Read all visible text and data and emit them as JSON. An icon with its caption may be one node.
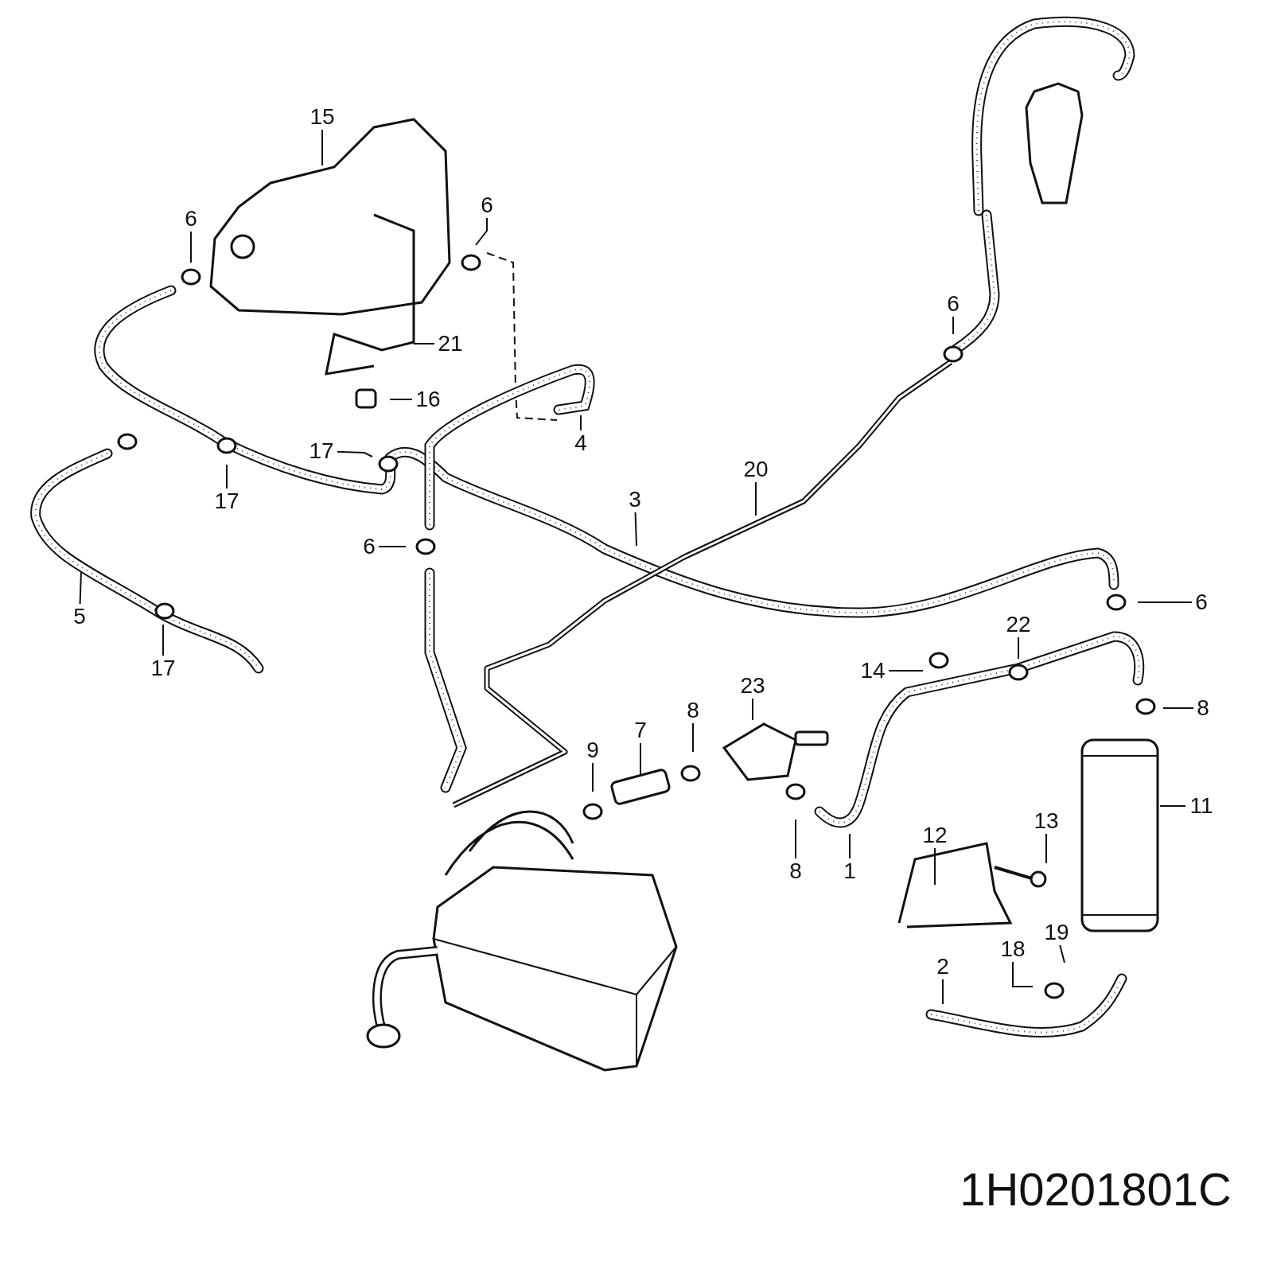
{
  "diagram": {
    "nodes": [
      {
        "text": [
          "15"
        ]
      },
      {
        "text": [
          "6"
        ]
      },
      {
        "text": [
          "6"
        ]
      },
      {
        "text": [
          "21"
        ]
      },
      {
        "text": [
          "16"
        ]
      },
      {
        "text": [
          "4"
        ]
      },
      {
        "text": [
          "17"
        ]
      },
      {
        "text": [
          "17"
        ]
      },
      {
        "text": [
          "6"
        ]
      },
      {
        "text": [
          "20"
        ]
      },
      {
        "text": [
          "3"
        ]
      },
      {
        "text": [
          "6"
        ]
      },
      {
        "text": [
          "5"
        ]
      },
      {
        "text": [
          "17"
        ]
      },
      {
        "text": [
          "6"
        ]
      },
      {
        "text": [
          "22"
        ]
      },
      {
        "text": [
          "14"
        ]
      },
      {
        "text": [
          "23"
        ]
      },
      {
        "text": [
          "8"
        ]
      },
      {
        "text": [
          "8"
        ]
      },
      {
        "text": [
          "7"
        ]
      },
      {
        "text": [
          "9"
        ]
      },
      {
        "text": [
          "11"
        ]
      },
      {
        "text": [
          "13"
        ]
      },
      {
        "text": [
          "12"
        ]
      },
      {
        "text": [
          "8"
        ]
      },
      {
        "text": [
          "1"
        ]
      },
      {
        "text": [
          "19"
        ]
      },
      {
        "text": [
          "18"
        ]
      },
      {
        "text": [
          "2"
        ]
      }
    ],
    "edges": [
      {
        "from": 0,
        "to": null,
        "arrow": "none"
      },
      {
        "from": 1,
        "to": null,
        "arrow": "none"
      },
      {
        "from": 2,
        "to": null,
        "arrow": "none"
      },
      {
        "from": 3,
        "to": null,
        "arrow": "none"
      },
      {
        "from": 4,
        "to": null,
        "arrow": "none"
      },
      {
        "from": 5,
        "to": null,
        "arrow": "none"
      },
      {
        "from": 6,
        "to": null,
        "arrow": "none"
      },
      {
        "from": 7,
        "to": null,
        "arrow": "none"
      },
      {
        "from": 8,
        "to": null,
        "arrow": "none"
      },
      {
        "from": 9,
        "to": null,
        "arrow": "none"
      },
      {
        "from": 10,
        "to": null,
        "arrow": "none"
      },
      {
        "from": 11,
        "to": null,
        "arrow": "none"
      },
      {
        "from": 12,
        "to": null,
        "arrow": "none"
      },
      {
        "from": 13,
        "to": null,
        "arrow": "none"
      },
      {
        "from": 14,
        "to": null,
        "arrow": "none"
      },
      {
        "from": 15,
        "to": null,
        "arrow": "none"
      },
      {
        "from": 16,
        "to": null,
        "arrow": "none"
      },
      {
        "from": 17,
        "to": null,
        "arrow": "none"
      },
      {
        "from": 18,
        "to": null,
        "arrow": "none"
      },
      {
        "from": 19,
        "to": null,
        "arrow": "none"
      },
      {
        "from": 20,
        "to": null,
        "arrow": "none"
      },
      {
        "from": 21,
        "to": null,
        "arrow": "none"
      },
      {
        "from": 22,
        "to": null,
        "arrow": "none"
      },
      {
        "from": 23,
        "to": null,
        "arrow": "none"
      },
      {
        "from": 24,
        "to": null,
        "arrow": "none"
      },
      {
        "from": 25,
        "to": null,
        "arrow": "none"
      },
      {
        "from": 26,
        "to": null,
        "arrow": "none"
      },
      {
        "from": 27,
        "to": null,
        "arrow": "none"
      },
      {
        "from": 28,
        "to": null,
        "arrow": "none"
      },
      {
        "from": 29,
        "to": null,
        "arrow": "none"
      }
    ],
    "labels": [
      "1H0201801C"
    ]
  }
}
